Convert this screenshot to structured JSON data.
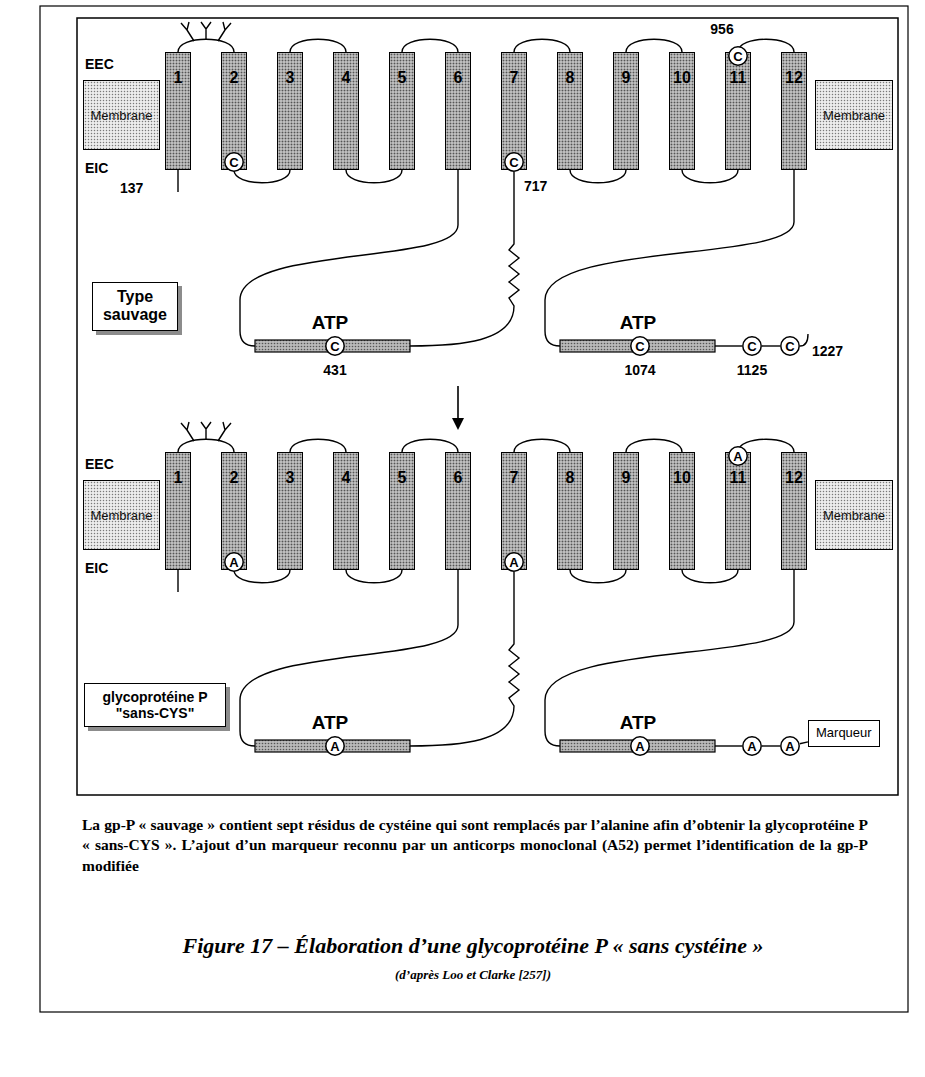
{
  "diagram": {
    "title": "Figure 17 – Élaboration d’une glycoprotéine P « sans cystéine »",
    "caption": "La gp-P « sauvage » contient sept résidus de cystéine qui sont remplacés par l’alanine afin d’obtenir la glycoprotéine P « sans-CYS ». L’ajout d’un marqueur reconnu par un anticorps monoclonal (A52) permet l’identification de la gp-P modifiée",
    "nodes": [
      {
        "text": [
          "Membrane"
        ]
      },
      {
        "text": [
          "1"
        ]
      },
      {
        "text": [
          "2"
        ]
      },
      {
        "text": [
          "3"
        ]
      },
      {
        "text": [
          "4"
        ]
      },
      {
        "text": [
          "5"
        ]
      },
      {
        "text": [
          "6"
        ]
      },
      {
        "text": [
          "7"
        ]
      },
      {
        "text": [
          "8"
        ]
      },
      {
        "text": [
          "9"
        ]
      },
      {
        "text": [
          "10"
        ]
      },
      {
        "text": [
          "11"
        ]
      },
      {
        "text": [
          "12"
        ]
      },
      {
        "text": [
          "Membrane"
        ]
      },
      {
        "text": [
          "C"
        ]
      },
      {
        "text": [
          "C"
        ]
      },
      {
        "text": [
          "C"
        ]
      },
      {
        "text": [
          "C"
        ]
      },
      {
        "text": [
          "C"
        ]
      },
      {
        "text": [
          "C"
        ]
      },
      {
        "text": [
          "C"
        ]
      },
      {
        "text": [
          "Type sauvage"
        ]
      },
      {
        "text": [
          "Membrane"
        ]
      },
      {
        "text": [
          "1"
        ]
      },
      {
        "text": [
          "2"
        ]
      },
      {
        "text": [
          "3"
        ]
      },
      {
        "text": [
          "4"
        ]
      },
      {
        "text": [
          "5"
        ]
      },
      {
        "text": [
          "6"
        ]
      },
      {
        "text": [
          "7"
        ]
      },
      {
        "text": [
          "8"
        ]
      },
      {
        "text": [
          "9"
        ]
      },
      {
        "text": [
          "10"
        ]
      },
      {
        "text": [
          "11"
        ]
      },
      {
        "text": [
          "12"
        ]
      },
      {
        "text": [
          "Membrane"
        ]
      },
      {
        "text": [
          "A"
        ]
      },
      {
        "text": [
          "A"
        ]
      },
      {
        "text": [
          "A"
        ]
      },
      {
        "text": [
          "A"
        ]
      },
      {
        "text": [
          "A"
        ]
      },
      {
        "text": [
          "A"
        ]
      },
      {
        "text": [
          "A"
        ]
      },
      {
        "text": [
          "glycoprotéine P \"sans-CYS\""
        ]
      },
      {
        "text": [
          "Marqueur"
        ]
      }
    ],
    "edges": [
      {
        "from": 19,
        "to": 20,
        "arrow": "none"
      },
      {
        "from": 41,
        "to": 42,
        "arrow": "none"
      },
      {
        "from": 42,
        "to": 44,
        "arrow": "none"
      }
    ],
    "labels": [
      "EEC",
      "EIC",
      "956",
      "137",
      "717",
      "ATP",
      "ATP",
      "431",
      "1074",
      "1125",
      "1227",
      "EEC",
      "EIC",
      "ATP",
      "ATP",
      "(d’après Loo et Clarke [257])"
    ]
  }
}
